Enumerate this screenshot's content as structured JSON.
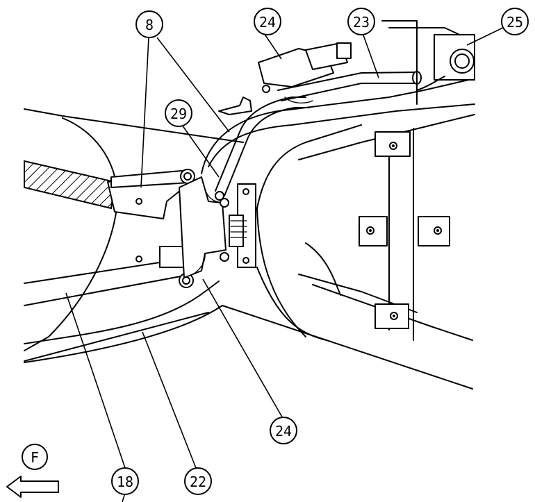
{
  "callouts": {
    "c8": "8",
    "c24_top": "24",
    "c23": "23",
    "c25": "25",
    "c29": "29",
    "c24_bottom": "24",
    "c18": "18",
    "c22": "22",
    "front": "F"
  }
}
